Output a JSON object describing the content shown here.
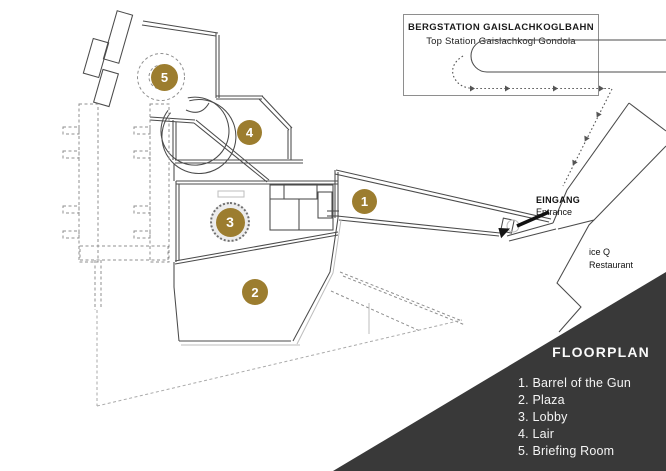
{
  "station_box": {
    "title": "BERGSTATION GAISLACHKOGLBAHN",
    "subtitle": "Top Station Gaislachkogl Gondola"
  },
  "entrance": {
    "de": "EINGANG",
    "en": "Entrance"
  },
  "restaurant": {
    "line1": "ice Q",
    "line2": "Restaurant"
  },
  "legend": {
    "title": "FLOORPLAN",
    "items": [
      "1. Barrel of the Gun",
      "2. Plaza",
      "3. Lobby",
      "4. Lair",
      "5. Briefing Room"
    ]
  },
  "markers": [
    {
      "number": "1"
    },
    {
      "number": "2"
    },
    {
      "number": "3"
    },
    {
      "number": "4"
    },
    {
      "number": "5"
    }
  ],
  "colors": {
    "marker_gold": "#9c7d2f",
    "legend_background": "#393939",
    "wall_line": "#4b4b4b",
    "legend_text": "#f5f5f5"
  }
}
